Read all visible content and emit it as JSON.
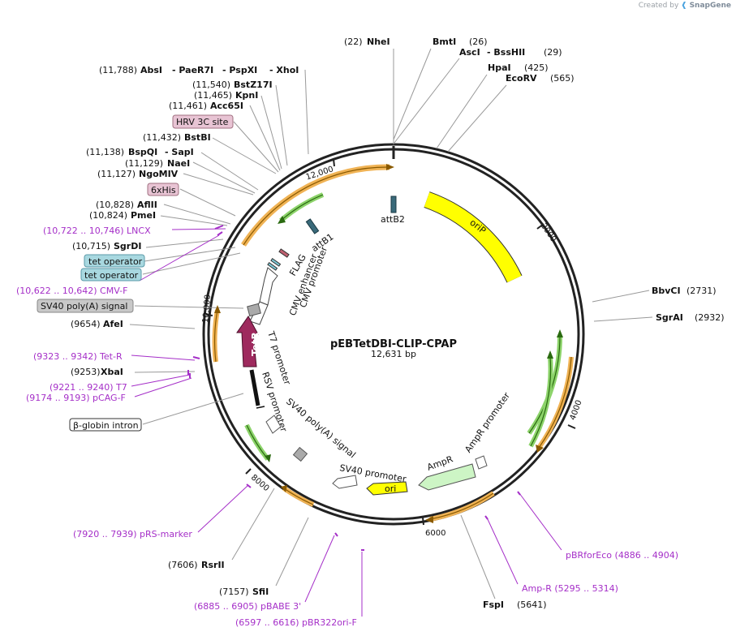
{
  "credit": {
    "prefix": "Created by",
    "brand": "SnapGene"
  },
  "plasmid": {
    "name": "pEBTetDBI-CLIP-CPAP",
    "size": "12,631 bp"
  },
  "ticks": [
    "2000",
    "4000",
    "6000",
    "8000",
    "10,000",
    "12,000"
  ],
  "enzymes": [
    {
      "id": "nhei",
      "pos": "(22)",
      "name": "NheI"
    },
    {
      "id": "bmti",
      "pos": "(26)",
      "name": "BmtI"
    },
    {
      "id": "asci",
      "name": "AscI",
      "name2": "BssHII",
      "pos": "(29)"
    },
    {
      "id": "hpai",
      "name": "HpaI",
      "pos": "(425)"
    },
    {
      "id": "ecorv",
      "name": "EcoRV",
      "pos": "(565)"
    },
    {
      "id": "bbvci",
      "name": "BbvCI",
      "pos": "(2731)"
    },
    {
      "id": "sgrai",
      "name": "SgrAI",
      "pos": "(2932)"
    },
    {
      "id": "fspi",
      "name": "FspI",
      "pos": "(5641)"
    },
    {
      "id": "sfii",
      "pos": "(7157)",
      "name": "SfiI"
    },
    {
      "id": "rsrii",
      "pos": "(7606)",
      "name": "RsrII"
    },
    {
      "id": "xbai",
      "pos": "(9253)",
      "name": "XbaI"
    },
    {
      "id": "afei",
      "pos": "(9654)",
      "name": "AfeI"
    },
    {
      "id": "sgrdi",
      "pos": "(10,715)",
      "name": "SgrDI"
    },
    {
      "id": "pmei",
      "pos": "(10,824)",
      "name": "PmeI"
    },
    {
      "id": "aflii",
      "pos": "(10,828)",
      "name": "AflII"
    },
    {
      "id": "ngomiv",
      "pos": "(11,127)",
      "name": "NgoMIV"
    },
    {
      "id": "naei",
      "pos": "(11,129)",
      "name": "NaeI"
    },
    {
      "id": "bspqi",
      "pos": "(11,138)",
      "name": "BspQI",
      "name2": "SapI"
    },
    {
      "id": "bstbi",
      "pos": "(11,432)",
      "name": "BstBI"
    },
    {
      "id": "acc65i",
      "pos": "(11,461)",
      "name": "Acc65I"
    },
    {
      "id": "kpni",
      "pos": "(11,465)",
      "name": "KpnI"
    },
    {
      "id": "bstz17i",
      "pos": "(11,540)",
      "name": "BstZ17I"
    },
    {
      "id": "absi",
      "pos": "(11,788)",
      "name": "AbsI",
      "name2": "PaeR7I",
      "name3": "PspXI",
      "name4": "XhoI"
    }
  ],
  "primers": [
    {
      "id": "lncx",
      "text": "(10,722 .. 10,746)  LNCX"
    },
    {
      "id": "cmvf",
      "text": "(10,622 .. 10,642)  CMV-F"
    },
    {
      "id": "tetr-primer",
      "text": "(9323 .. 9342)  Tet-R"
    },
    {
      "id": "t7",
      "text": "(9221 .. 9240)  T7"
    },
    {
      "id": "pcagf",
      "text": "(9174 .. 9193)  pCAG-F"
    },
    {
      "id": "prsmarker",
      "text": "(7920 .. 7939)  pRS-marker"
    },
    {
      "id": "pbabe3",
      "text": "(6885 .. 6905)  pBABE 3'"
    },
    {
      "id": "pbr322",
      "text": "(6597 .. 6616)  pBR322ori-F"
    },
    {
      "id": "pbrforeco",
      "text": "pBRforEco     (4886 .. 4904)"
    },
    {
      "id": "ampr-primer",
      "text": "Amp-R     (5295 .. 5314)"
    }
  ],
  "boxed_features": [
    {
      "id": "hrv",
      "text": "HRV 3C site",
      "fill": "#e8c4d4"
    },
    {
      "id": "his",
      "text": "6xHis",
      "fill": "#e8c4d4"
    },
    {
      "id": "tetop1",
      "text": "tet operator",
      "fill": "#a8d8e0"
    },
    {
      "id": "tetop2",
      "text": "tet operator",
      "fill": "#a8d8e0"
    },
    {
      "id": "sv40pa",
      "text": "SV40 poly(A) signal",
      "fill": "#c8c8c8"
    },
    {
      "id": "bglobin",
      "text": "β-globin intron",
      "fill": "#ffffff"
    }
  ],
  "features": {
    "attB2": "attB2",
    "attB1": "attB1",
    "orip": "oriP",
    "flag": "FLAG",
    "cmv_promoter": "CMV promoter",
    "cmv_enhancer": "CMV enhancer",
    "tetr": "TetR",
    "t7_promoter": "T7 promoter",
    "rsv_promoter": "RSV promoter",
    "sv40_polya": "SV40 poly(A) signal",
    "sv40_promoter": "SV40 promoter",
    "ori": "ori",
    "ampr": "AmpR",
    "ampr_promoter": "AmpR promoter"
  },
  "colors": {
    "orip": "#ffff00",
    "ori": "#ffff00",
    "tetr": "#9e2a5e",
    "ampr": "#cdf5c5",
    "orf_orange": "#f0b355",
    "orf_green": "#8cd36a",
    "primer": "#a52fc8",
    "box_pink": "#e8c4d4",
    "box_blue": "#a8d8e0",
    "box_gray": "#c8c8c8"
  }
}
